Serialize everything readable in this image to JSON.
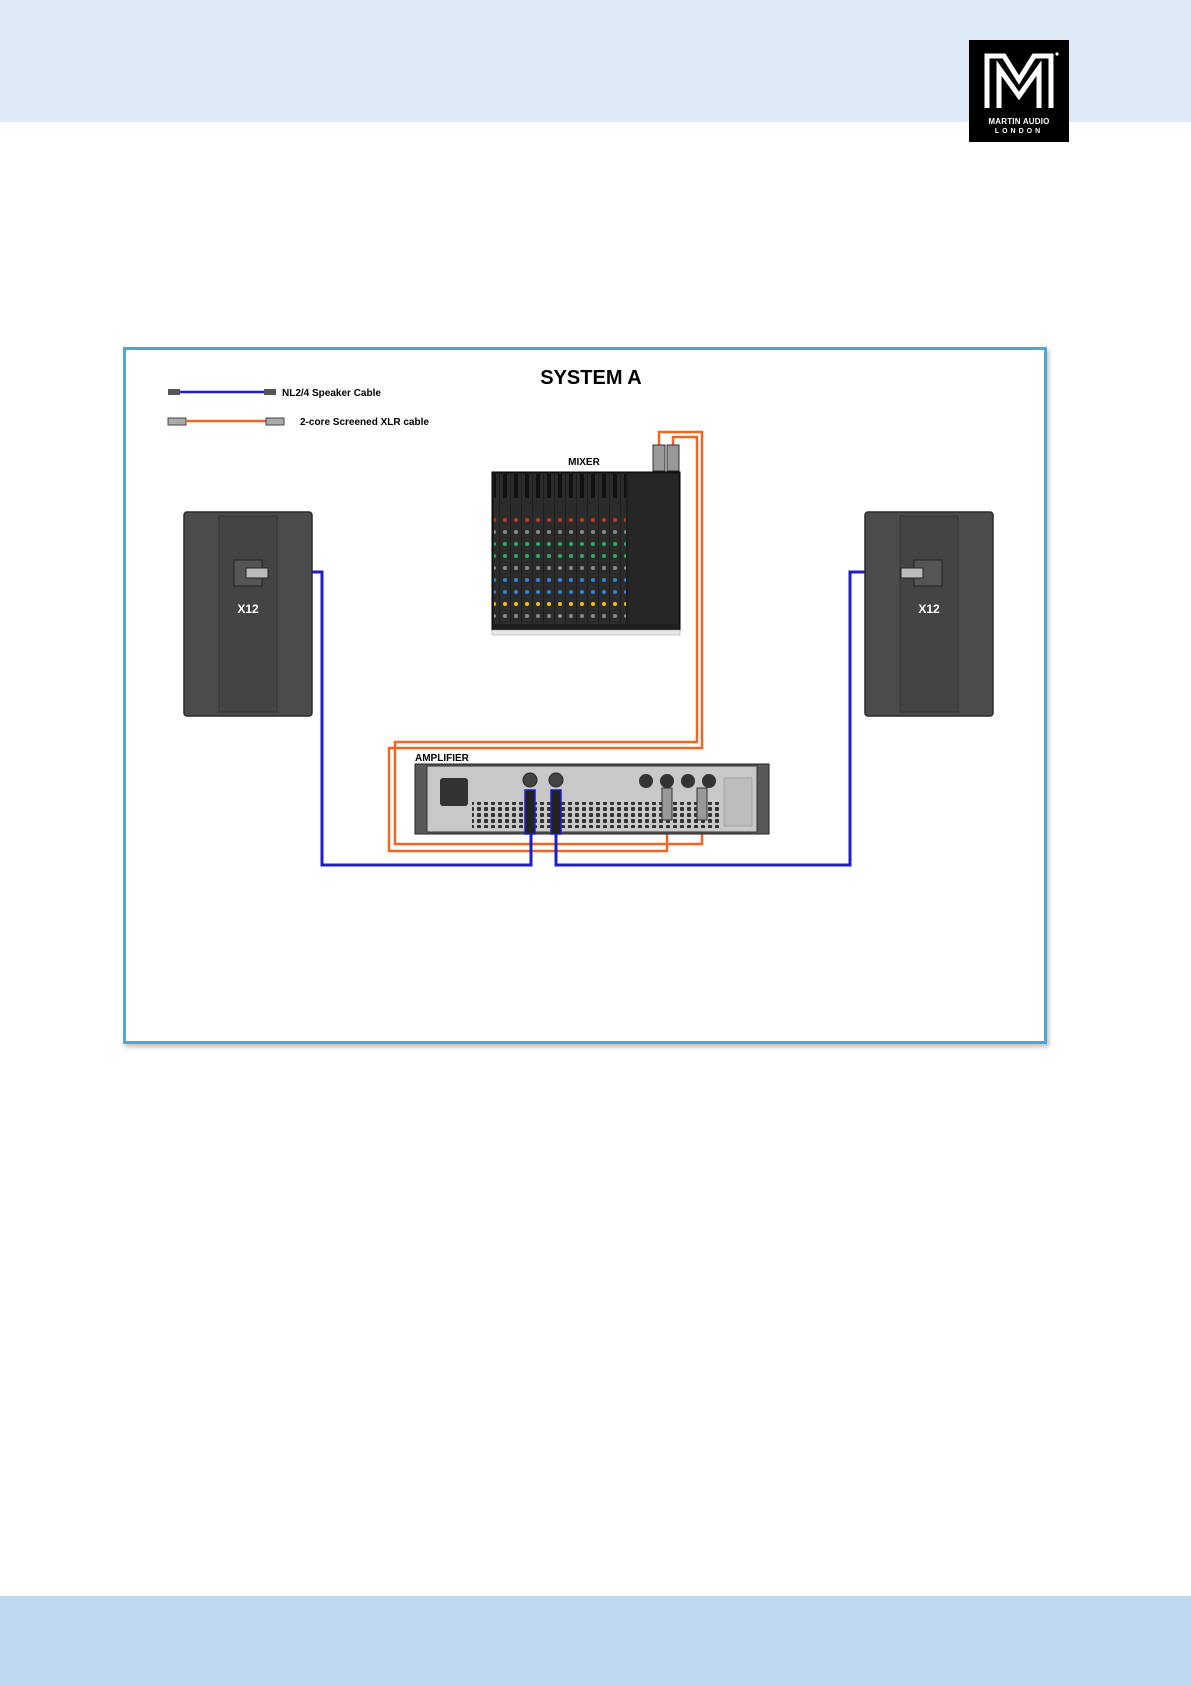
{
  "header": {
    "logo": {
      "icon": "martin-audio-m-logo",
      "line1": "MARTIN AUDIO",
      "line2": "LONDON"
    }
  },
  "diagram": {
    "title": "SYSTEM A",
    "legend": [
      {
        "label": "NL2/4 Speaker Cable",
        "color": "#1e1ec8"
      },
      {
        "label": "2-core Screened XLR cable",
        "color": "#f26522"
      }
    ],
    "mixer_label": "MIXER",
    "amplifier_label": "AMPLIFIER",
    "left_speaker_label": "X12",
    "right_speaker_label": "X12"
  },
  "colors": {
    "speaker_cable": "#1e1ec8",
    "xlr_cable": "#f26522",
    "frame_border": "#4ea5d6",
    "header_band": "#deeaf6",
    "footer_band": "#bdd7ee"
  }
}
